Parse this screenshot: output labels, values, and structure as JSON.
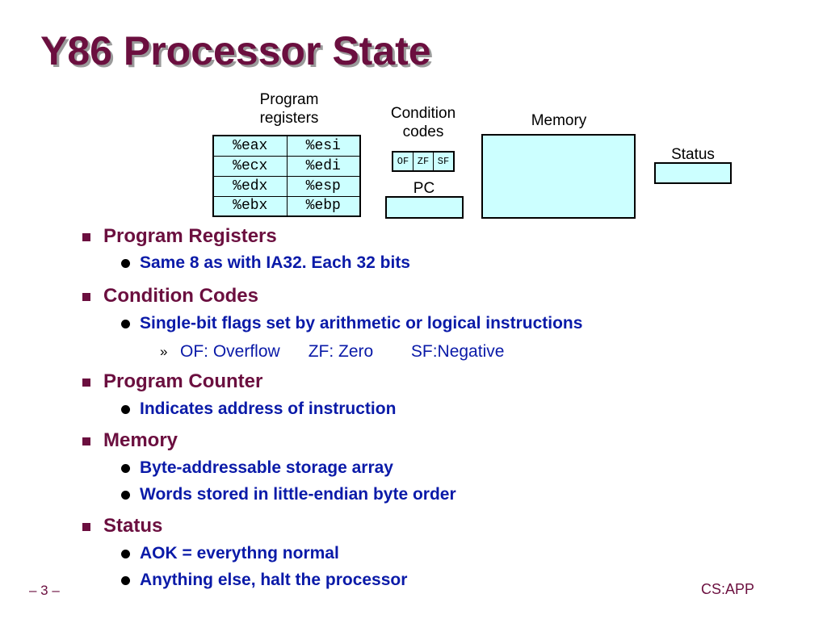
{
  "title": "Y86 Processor State",
  "diagram": {
    "registers_label_line1": "Program",
    "registers_label_line2": "registers",
    "registers": [
      [
        "%eax",
        "%esi"
      ],
      [
        "%ecx",
        "%edi"
      ],
      [
        "%edx",
        "%esp"
      ],
      [
        "%ebx",
        "%ebp"
      ]
    ],
    "cc_label_line1": "Condition",
    "cc_label_line2": "codes",
    "flags": [
      "OF",
      "ZF",
      "SF"
    ],
    "pc_label": "PC",
    "memory_label": "Memory",
    "status_label": "Status"
  },
  "bullets": {
    "b1": "Program Registers",
    "b1_1": "Same 8 as with IA32.  Each 32 bits",
    "b2": "Condition Codes",
    "b2_1": "Single-bit flags set by arithmetic or logical instructions",
    "b2_1_1": "OF: Overflow      ZF: Zero        SF:Negative",
    "b3": "Program Counter",
    "b3_1": "Indicates address of instruction",
    "b4": "Memory",
    "b4_1": "Byte-addressable storage array",
    "b4_2": "Words stored in little-endian byte order",
    "b5": "Status",
    "b5_1": "AOK = everythng normal",
    "b5_2": "Anything else, halt the processor"
  },
  "footer": {
    "page": "– 3 –",
    "source": "CS:APP"
  },
  "colors": {
    "title": "#6b0f3f",
    "sub_bullet": "#0a1aa8",
    "box_fill": "#ccffff"
  }
}
